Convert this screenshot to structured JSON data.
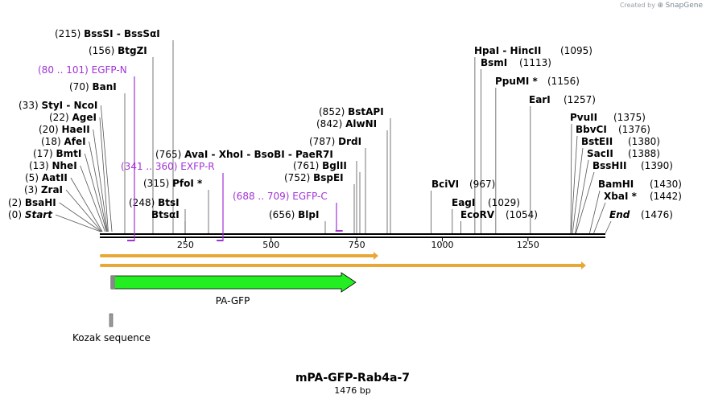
{
  "watermark": {
    "prefix": "Created by",
    "brand": "SnapGene"
  },
  "title": "mPA-GFP-Rab4a-7",
  "length_label": "1476 bp",
  "seq_length": 1476,
  "ticks": [
    "250",
    "500",
    "750",
    "1000",
    "1250"
  ],
  "enzymes_left": [
    {
      "pos": "(215)",
      "name": "BssSI",
      "extra": " -  BssSαI",
      "site": 215
    },
    {
      "pos": "(156)",
      "name": "BtgZI",
      "extra": "",
      "site": 156
    },
    {
      "pos": "(70)",
      "name": "BanI",
      "extra": "",
      "site": 70
    },
    {
      "pos": "(33)",
      "name": "StyI",
      "extra": " -  NcoI",
      "site": 33
    },
    {
      "pos": "(22)",
      "name": "AgeI",
      "extra": "",
      "site": 22
    },
    {
      "pos": "(20)",
      "name": "HaeII",
      "extra": "",
      "site": 20
    },
    {
      "pos": "(18)",
      "name": "AfeI",
      "extra": "",
      "site": 18
    },
    {
      "pos": "(17)",
      "name": "BmtI",
      "extra": "",
      "site": 17
    },
    {
      "pos": "(13)",
      "name": "NheI",
      "extra": "",
      "site": 13
    },
    {
      "pos": "(5)",
      "name": "AatII",
      "extra": "",
      "site": 5
    },
    {
      "pos": "(3)",
      "name": "ZraI",
      "extra": "",
      "site": 3
    },
    {
      "pos": "(2)",
      "name": "BsaHI",
      "extra": "",
      "site": 2
    },
    {
      "pos": "(0)",
      "name": "Start",
      "extra": "",
      "site": 0
    }
  ],
  "enzymes_mid": [
    {
      "pos": "(765)",
      "name": "AvaI",
      "extra": " -  XhoI  -  BsoBI  -  PaeR7I",
      "site": 765
    },
    {
      "pos": "(315)",
      "name": "PfoI *",
      "extra": "",
      "site": 315
    },
    {
      "pos": "(248)",
      "name": "BtsI",
      "extra": "",
      "site": 248
    },
    {
      "pos": "",
      "name": "BtsαI",
      "extra": "",
      "site": 248
    },
    {
      "pos": "(852)",
      "name": "BstAPI",
      "extra": "",
      "site": 852
    },
    {
      "pos": "(842)",
      "name": "AlwNI",
      "extra": "",
      "site": 842
    },
    {
      "pos": "(787)",
      "name": "DrdI",
      "extra": "",
      "site": 787
    },
    {
      "pos": "(761)",
      "name": "BglII",
      "extra": "",
      "site": 761
    },
    {
      "pos": "(752)",
      "name": "BspEI",
      "extra": "",
      "site": 752
    },
    {
      "pos": "(656)",
      "name": "BlpI",
      "extra": "",
      "site": 656
    }
  ],
  "enzymes_right": [
    {
      "pos": "(1095)",
      "name": "HpaI",
      "extra": "  -  HincII",
      "site": 1095
    },
    {
      "pos": "(1113)",
      "name": "BsmI",
      "extra": "",
      "site": 1113
    },
    {
      "pos": "(1156)",
      "name": "PpuMI *",
      "extra": "",
      "site": 1156
    },
    {
      "pos": "(1257)",
      "name": "EarI",
      "extra": "",
      "site": 1257
    },
    {
      "pos": "(967)",
      "name": "BciVI",
      "extra": "",
      "site": 967
    },
    {
      "pos": "(1029)",
      "name": "EagI",
      "extra": "",
      "site": 1029
    },
    {
      "pos": "(1054)",
      "name": "EcoRV",
      "extra": "",
      "site": 1054
    },
    {
      "pos": "(1375)",
      "name": "PvuII",
      "extra": "",
      "site": 1375
    },
    {
      "pos": "(1376)",
      "name": "BbvCI",
      "extra": "",
      "site": 1376
    },
    {
      "pos": "(1380)",
      "name": "BstEII",
      "extra": "",
      "site": 1380
    },
    {
      "pos": "(1388)",
      "name": "SacII",
      "extra": "",
      "site": 1388
    },
    {
      "pos": "(1390)",
      "name": "BssHII",
      "extra": "",
      "site": 1390
    },
    {
      "pos": "(1430)",
      "name": "BamHI",
      "extra": "",
      "site": 1430
    },
    {
      "pos": "(1442)",
      "name": "XbaI *",
      "extra": "",
      "site": 1442
    },
    {
      "pos": "(1476)",
      "name": "End",
      "extra": "",
      "site": 1476
    }
  ],
  "primers": [
    {
      "range": "(80 .. 101)",
      "name": "EGFP-N",
      "start": 80,
      "end": 101
    },
    {
      "range": "(341 .. 360)",
      "name": "EXFP-R",
      "start": 341,
      "end": 360
    },
    {
      "range": "(688 .. 709)",
      "name": "EGFP-C",
      "start": 688,
      "end": 709
    }
  ],
  "features": [
    {
      "name": "PA-GFP",
      "start": 34,
      "end": 753,
      "color": "#22ee22"
    },
    {
      "name": "Kozak sequence",
      "start": 27,
      "end": 37,
      "color": "#999999"
    }
  ],
  "colors": {
    "backbone": "#000000",
    "orf": "#e8a838",
    "primer": "#a133d6"
  }
}
